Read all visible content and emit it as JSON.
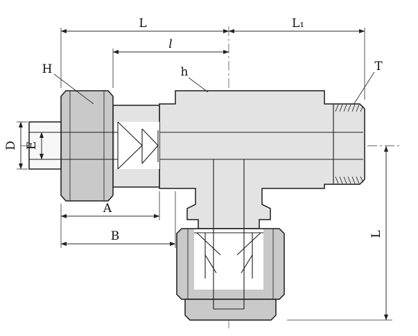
{
  "diagram": {
    "kind": "technical-drawing-tee-fitting",
    "labels": {
      "L_top": "L",
      "L1": "L₁",
      "l_small": "l",
      "H": "H",
      "h": "h",
      "T": "T",
      "D": "D",
      "E": "E",
      "A": "A",
      "B": "B",
      "L_right": "L"
    },
    "colors": {
      "line": "#1a1a1a",
      "body_metal": "#e3e3e3",
      "nut_metal": "#c9c9c9",
      "background": "#ffffff"
    }
  }
}
